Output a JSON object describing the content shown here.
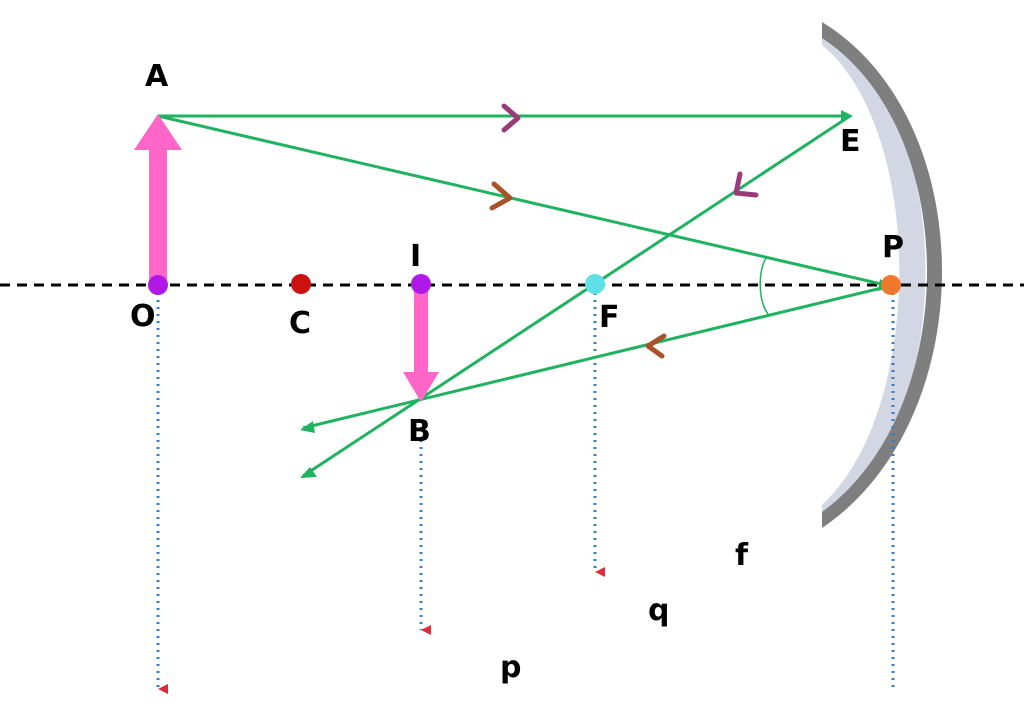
{
  "labels": {
    "A": "A",
    "O": "O",
    "C": "C",
    "I": "I",
    "B": "B",
    "F": "F",
    "P": "P",
    "E": "E",
    "f": "f",
    "q": "q",
    "p": "p"
  },
  "colors": {
    "axis": "#000000",
    "ray": "#1fb35f",
    "object_arrow": "#ff66c8",
    "point_O": "#b018e8",
    "point_I": "#b018e8",
    "point_C": "#cc1111",
    "point_F": "#5ee0e6",
    "point_P": "#ef7a2e",
    "mirror_outer": "#7f7f7f",
    "mirror_inner": "#d3d7e3",
    "ray_chevron_purple": "#9b3a78",
    "ray_chevron_brown": "#a8522a",
    "dotted_guides": "#2f7fcf",
    "distance_arrow": "#e04a3a"
  }
}
